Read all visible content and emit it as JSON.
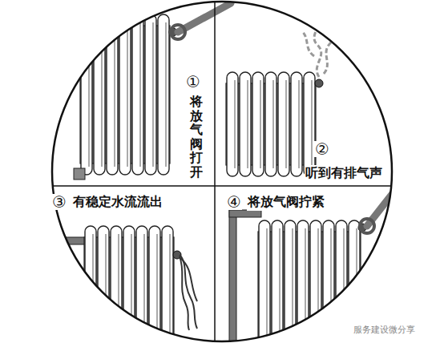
{
  "diagram": {
    "labels": [
      "①",
      "将放气阀打开",
      "②",
      "听到有排气声",
      "③",
      "有稳定水流流出",
      "④",
      "将放气阀拧紧",
      "服务建设微分享"
    ]
  }
}
